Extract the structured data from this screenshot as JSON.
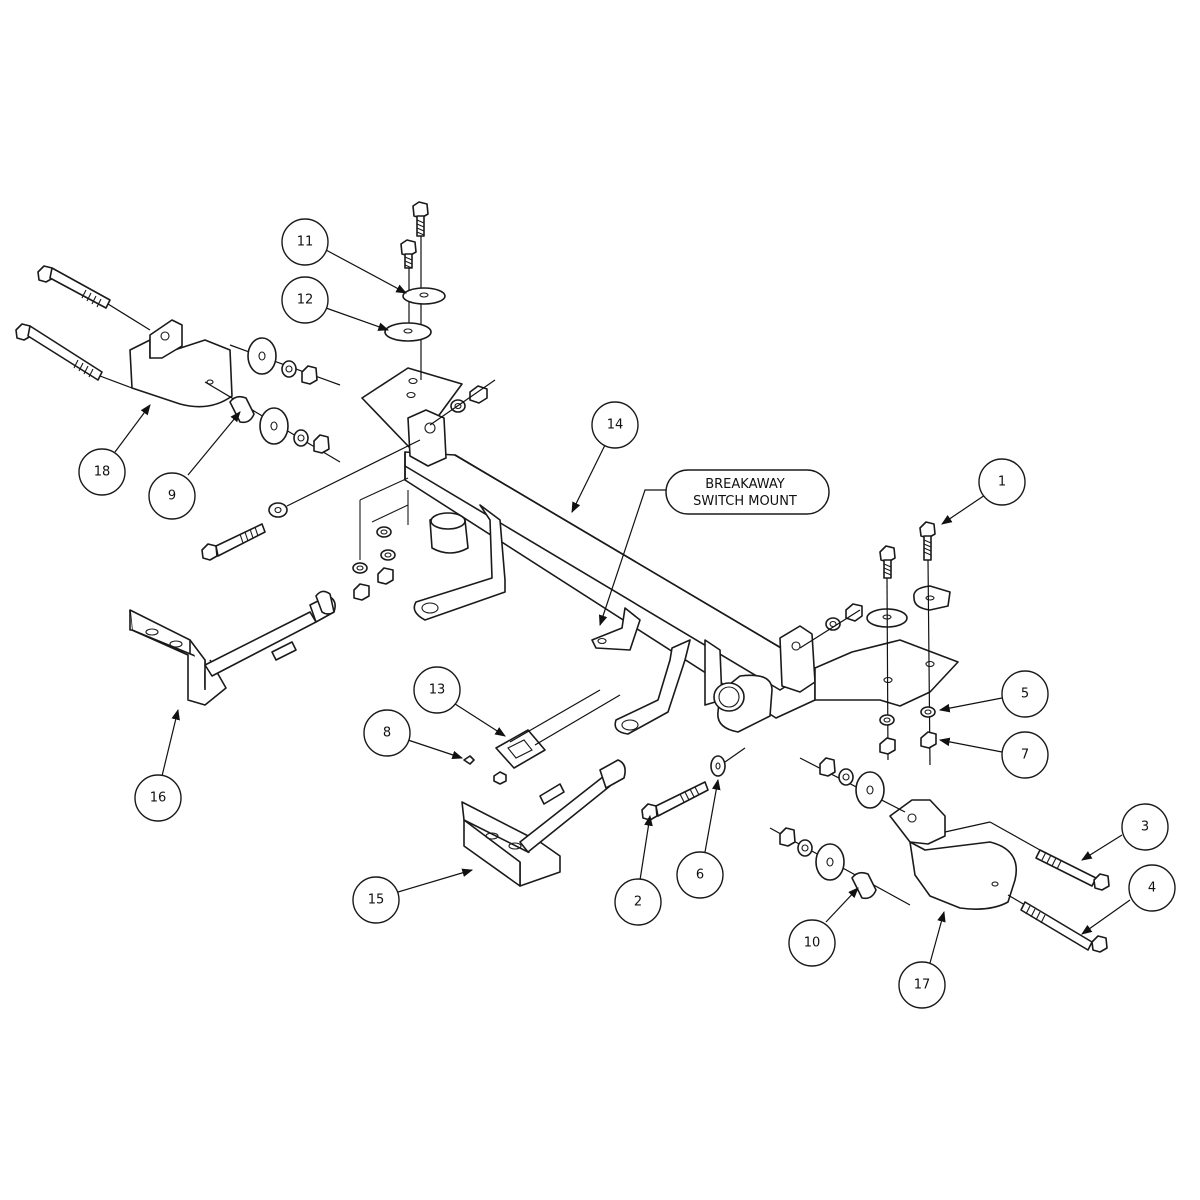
{
  "callout": {
    "line1": "BREAKAWAY",
    "line2": "SWITCH MOUNT"
  },
  "callouts": [
    "1",
    "2",
    "3",
    "4",
    "5",
    "6",
    "7",
    "8",
    "9",
    "10",
    "11",
    "12",
    "13",
    "14",
    "15",
    "16",
    "17",
    "18"
  ]
}
